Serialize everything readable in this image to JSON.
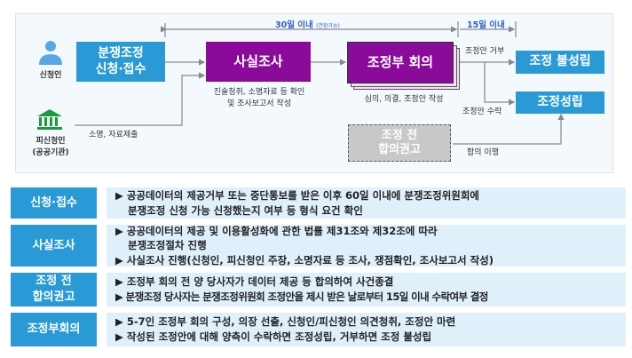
{
  "flow": {
    "timeline_30": "30일 이내",
    "timeline_30_note": "(연장가능)",
    "timeline_15": "15일 이내",
    "applicant": "신청인",
    "respondent_line1": "피신청인",
    "respondent_line2": "(공공기관)",
    "apply_box_line1": "분쟁조정",
    "apply_box_line2": "신청·접수",
    "fact_box": "사실조사",
    "fact_note_line1": "진술청취, 소명자료 등 확인",
    "fact_note_line2": "및 조사보고서 작성",
    "submit_note": "소명, 자료제출",
    "meeting_box": "조정부 회의",
    "meeting_note": "심의, 의결, 조정안 작성",
    "reject_note": "조정안 거부",
    "accept_note": "조정안 수락",
    "fail_box": "조정 불성립",
    "success_box": "조정성립",
    "pre_box_line1": "조정 전",
    "pre_box_line2": "합의권고",
    "pre_note": "합의 이행"
  },
  "rows": [
    {
      "label": "신청·접수",
      "lines": [
        "▶ 공공데이터의 제공거부 또는 중단통보를 받은 이후 60일 이내에 분쟁조정위원회에",
        "분쟁조정 신청 가능 신청했는지 여부 등 형식 요건 확인"
      ]
    },
    {
      "label": "사실조사",
      "lines": [
        "▶ 공공데이터의 제공 및 이용활성화에 관한 법률 제31조와 제32조에 따라",
        "분쟁조정절차 진행",
        "▶ 사실조사 진행(신청인, 피신청인 주장, 소명자료 등 조사, 쟁점확인, 조사보고서 작성)"
      ]
    },
    {
      "label_line1": "조정 전",
      "label_line2": "합의권고",
      "lines": [
        "▶ 조정부 회의 전 양 당사자가 데이터 제공 등 합의하여 사건종결",
        "▶ 분쟁조정 당사자는 분쟁조정위원회 조정안을 제시 받은 날로부터 15일 이내 수락여부 결정"
      ]
    },
    {
      "label": "조정부회의",
      "lines": [
        "▶ 5-7인 조정부 회의 구성, 의장 선출, 신청인/피신청인 의견청취, 조정안 마련",
        "▶ 작성된 조정안에 대해 양측이 수락하면 조정성립, 거부하면 조정 불성립"
      ]
    }
  ]
}
